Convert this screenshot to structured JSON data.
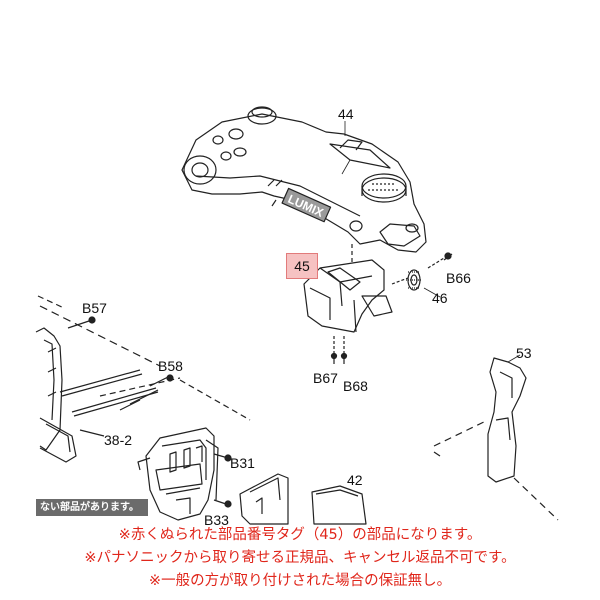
{
  "parts": {
    "top_cover": "44",
    "highlighted": "45",
    "gear": "46",
    "b66": "B66",
    "b57": "B57",
    "b58": "B58",
    "b67": "B67",
    "b68": "B68",
    "side_part": "53",
    "shaft": "38-2",
    "b31": "B31",
    "b33": "B33",
    "bracket": "42"
  },
  "logo_text": "LUMIX",
  "banner_text": "ない部品があります。",
  "notes": [
    "※赤くぬられた部品番号タグ（45）の部品になります。",
    "※パナソニックから取り寄せる正規品、キャンセル返品不可です。",
    "※一般の方が取り付けされた場合の保証無し。"
  ],
  "colors": {
    "highlight_fill": "#f6c2c2",
    "highlight_border": "#e27b7b",
    "note_text": "#e0261b",
    "banner_bg": "#6b6b6b"
  }
}
